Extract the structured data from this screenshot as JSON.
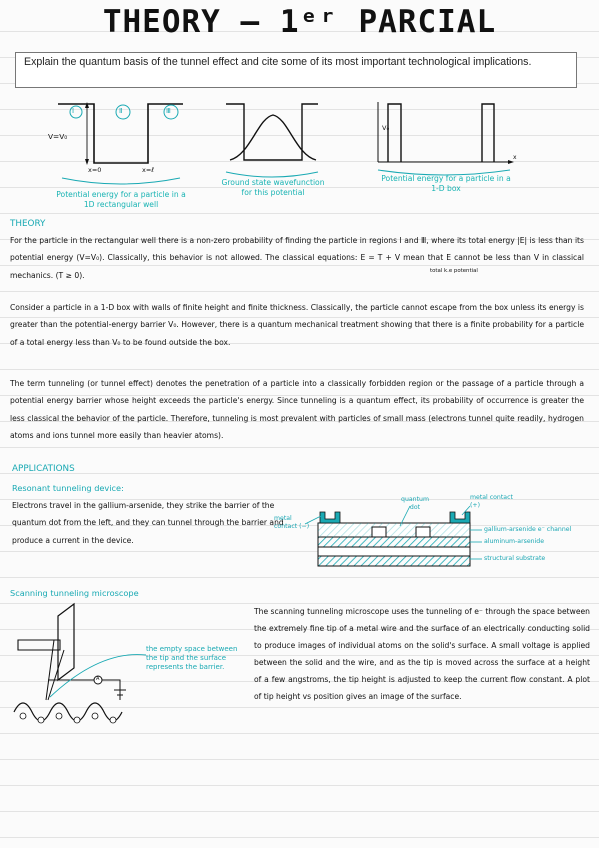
{
  "title": "THEORY – 1ᵉʳ PARCIAL",
  "question": "Explain the quantum basis of the tunnel effect and cite some of its most important technological implications.",
  "diagrams": {
    "well_label_v": "V=V₀",
    "well_x0": "x=0",
    "well_xl": "x=ℓ",
    "region_1": "Ⅰ",
    "region_2": "Ⅱ",
    "region_3": "Ⅲ",
    "caption_well": "Potential energy for a particle in a 1D rectangular well",
    "caption_ground": "Ground state wavefunction for this potential",
    "caption_box": "Potential energy for a particle in a 1-D box",
    "box_v": "V₀",
    "box_x": "x"
  },
  "theory": {
    "heading": "THEORY",
    "p1": "For the particle in the rectangular well there is a non-zero probability of finding the particle in regions Ⅰ and Ⅲ, where its total energy |E| is less than its potential energy (V=V₀). Classically, this behavior is not allowed. The classical equations: E = T + V mean that E cannot be less than V in classical mechanics. (T ≥ 0).",
    "eq_sub": "total  k.e  potential",
    "p2": "Consider a particle in a 1-D box with walls of finite height and finite thickness. Classically, the particle cannot escape from the box unless its energy is greater than the potential-energy barrier V₀. However, there is a quantum mechanical treatment showing that there is a finite probability for a particle of a total energy less than V₀ to be found outside the box.",
    "p3": "The term tunneling (or tunnel effect) denotes the penetration of a particle into a classically forbidden region or the passage of a particle through a potential energy barrier whose height exceeds the particle's energy. Since tunneling is a quantum effect, its probability of occurrence is greater the less classical the behavior of the particle. Therefore, tunneling is most prevalent with particles of small mass (electrons tunnel quite readily, hydrogen atoms and ions tunnel more easily than heavier atoms)."
  },
  "applications": {
    "heading": "APPLICATIONS",
    "resonant_heading": "Resonant tunneling device:",
    "resonant_text": "Electrons travel in the gallium-arsenide, they strike the barrier of the quantum dot from the left, and they can tunnel through the barrier and produce a current in the device.",
    "labels": {
      "metal_contact_left": "metal contact (−)",
      "quantum_dot": "quantum dot",
      "metal_contact_right": "metal contact (+)",
      "gaas_channel": "gallium-arsenide e⁻ channel",
      "algaas": "aluminum-arsenide",
      "substrate": "structural substrate"
    },
    "stm_heading": "Scanning tunneling microscope",
    "stm_note": "the empty space between the tip and the surface represents the barrier.",
    "stm_text": "The scanning tunneling microscope uses the tunneling of e⁻ through the space between the extremely fine tip of a metal wire and the surface of an electrically conducting solid to produce images of individual atoms on the solid's surface. A small voltage is applied between the solid and the wire, and as the tip is moved across the surface at a height of a few angstroms, the tip height is adjusted to keep the current flow constant. A plot of tip height vs position gives an image of the surface.",
    "ammeter": "A"
  },
  "colors": {
    "accent": "#19a9b3",
    "ink": "#111111",
    "rule": "#e3e3e3"
  }
}
